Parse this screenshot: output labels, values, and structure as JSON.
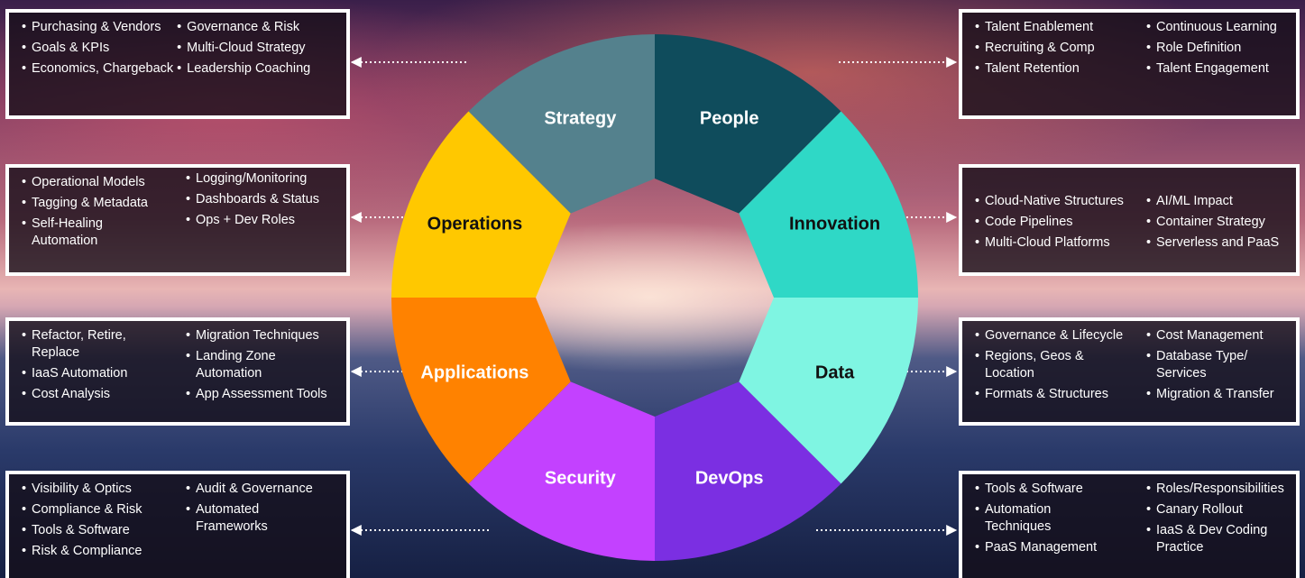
{
  "segments": [
    {
      "label": "Strategy",
      "color": "#54818d",
      "text_color": "#ffffff"
    },
    {
      "label": "People",
      "color": "#0f4c5c",
      "text_color": "#ffffff"
    },
    {
      "label": "Innovation",
      "color": "#2fd8c6",
      "text_color": "#111111"
    },
    {
      "label": "Data",
      "color": "#7ff5e2",
      "text_color": "#111111"
    },
    {
      "label": "DevOps",
      "color": "#7b2fe2",
      "text_color": "#ffffff"
    },
    {
      "label": "Security",
      "color": "#c341ff",
      "text_color": "#ffffff"
    },
    {
      "label": "Applications",
      "color": "#ff8200",
      "text_color": "#ffffff"
    },
    {
      "label": "Operations",
      "color": "#ffc800",
      "text_color": "#111111"
    }
  ],
  "boxes": {
    "strategy": {
      "col1": [
        "Purchasing & Vendors",
        "Goals & KPIs",
        "Economics, Chargeback"
      ],
      "col2": [
        "Governance & Risk",
        "Multi-Cloud Strategy",
        "Leadership Coaching"
      ]
    },
    "people": {
      "col1": [
        "Talent Enablement",
        "Recruiting & Comp",
        "Talent Retention"
      ],
      "col2": [
        "Continuous Learning",
        "Role Definition",
        "Talent Engagement"
      ]
    },
    "operations": {
      "col1": [
        "Operational Models",
        "Tagging & Metadata",
        "Self-Healing Automation"
      ],
      "col2": [
        "Logging/Monitoring",
        "Dashboards & Status",
        "Ops + Dev Roles"
      ]
    },
    "innovation": {
      "col1": [
        "Cloud-Native Structures",
        "Code Pipelines",
        "Multi-Cloud Platforms"
      ],
      "col2": [
        "AI/ML Impact",
        "Container Strategy",
        "Serverless and PaaS"
      ]
    },
    "applications": {
      "col1": [
        "Refactor, Retire, Replace",
        "IaaS Automation",
        "Cost Analysis"
      ],
      "col2": [
        "Migration Techniques",
        "Landing Zone Automation",
        "App Assessment Tools"
      ]
    },
    "data": {
      "col1": [
        "Governance & Lifecycle",
        "Regions, Geos & Location",
        "Formats & Structures"
      ],
      "col2": [
        "Cost Management",
        "Database Type/ Services",
        "Migration & Transfer"
      ]
    },
    "security": {
      "col1": [
        "Visibility & Optics",
        "Compliance & Risk",
        "Tools & Software",
        "Risk & Compliance"
      ],
      "col2": [
        "Audit & Governance",
        "Automated Frameworks"
      ]
    },
    "devops": {
      "col1": [
        "Tools & Software",
        "Automation Techniques",
        "PaaS Management"
      ],
      "col2": [
        "Roles/Responsibilities",
        "Canary Rollout",
        "IaaS & Dev Coding Practice"
      ]
    }
  },
  "bullet": "•"
}
